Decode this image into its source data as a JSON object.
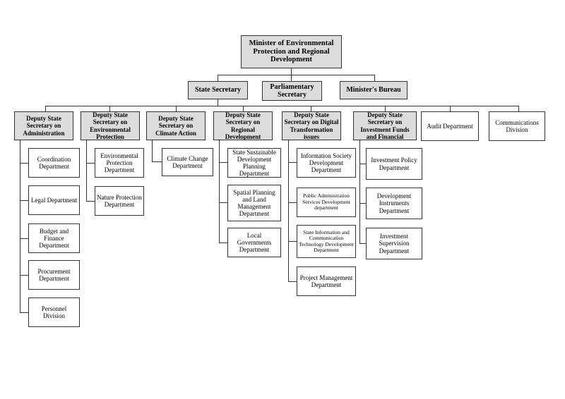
{
  "minister": "Minister of Environmental Protection and Regional Development",
  "level2": {
    "state_secretary": "State Secretary",
    "parliamentary_secretary": "Parliamentary Secretary",
    "ministers_bureau": "Minister's Bureau"
  },
  "branches": [
    {
      "head": "Deputy State Secretary on Administration",
      "departments": [
        "Coordination Department",
        "Legal Department",
        "Budget and Finance Department",
        "Procurement Department",
        "Personnel Division"
      ]
    },
    {
      "head": "Deputy State Secretary on Environmental Protection",
      "departments": [
        "Environmental Protection Department",
        "Nature Protection Department"
      ]
    },
    {
      "head": "Deputy State Secretary on Climate Action",
      "departments": [
        "Climate Change Department"
      ]
    },
    {
      "head": "Deputy State Secretary on Regional Development",
      "departments": [
        "State Sustainable Development Planning Department",
        "Spatial Planning and Land Management Department",
        "Local Governments Department"
      ]
    },
    {
      "head": "Deputy State Secretary on Digital Transformation issues",
      "departments": [
        "Information Society Development Department",
        "Public Administration Services Development department",
        "State Information and Communication Technology Development Department",
        "Project Management Department"
      ]
    },
    {
      "head": "Deputy State Secretary on Investment Funds and Financial",
      "departments": [
        "Investment Policy Department",
        "Development Instruments Department",
        "Investment Supervision Department"
      ]
    }
  ],
  "independent_units": [
    "Audit Department",
    "Communications Division"
  ]
}
